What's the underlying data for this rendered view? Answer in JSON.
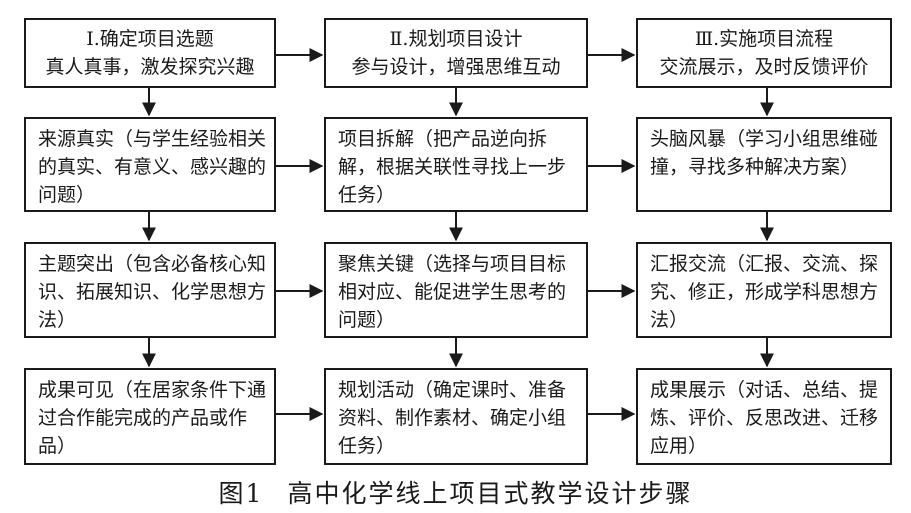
{
  "columns": [
    {
      "header": {
        "line1": "Ⅰ.确定项目选题",
        "line2": "真人真事，激发探究兴趣"
      },
      "steps": [
        "来源真实（与学生经验相关的真实、有意义、感兴趣的问题）",
        "主题突出（包含必备核心知识、拓展知识、化学思想方法）",
        "成果可见（在居家条件下通过合作能完成的产品或作品）"
      ]
    },
    {
      "header": {
        "line1": "Ⅱ.规划项目设计",
        "line2": "参与设计，增强思维互动"
      },
      "steps": [
        "项目拆解（把产品逆向拆解，根据关联性寻找上一步任务）",
        "聚焦关键（选择与项目目标相对应、能促进学生思考的问题）",
        "规划活动（确定课时、准备资料、制作素材、确定小组任务）"
      ]
    },
    {
      "header": {
        "line1": "Ⅲ.实施项目流程",
        "line2": "交流展示，及时反馈评价"
      },
      "steps": [
        "头脑风暴（学习小组思维碰撞，寻找多种解决方案）",
        "汇报交流（汇报、交流、探究、修正，形成学科思想方法）",
        "成果展示（对话、总结、提炼、评价、反思改进、迁移应用）"
      ]
    }
  ],
  "caption": {
    "number": "图1",
    "title": "高中化学线上项目式教学设计步骤"
  }
}
